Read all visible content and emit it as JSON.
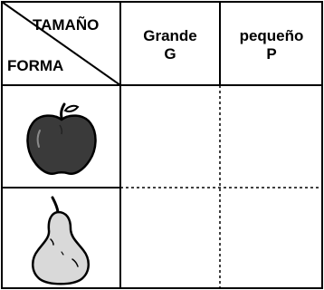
{
  "header": {
    "corner_top_label": "TAMAÑO",
    "corner_bottom_label": "FORMA",
    "columns": [
      {
        "line1": "Grande",
        "line2": "G"
      },
      {
        "line1": "pequeño",
        "line2": "P"
      }
    ]
  },
  "rows": [
    {
      "icon": "apple-icon",
      "fill": "#3a3a3a"
    },
    {
      "icon": "pear-icon",
      "fill": "#d9d9d9"
    }
  ],
  "colors": {
    "line": "#000000",
    "inner_line_style": "dashed"
  }
}
